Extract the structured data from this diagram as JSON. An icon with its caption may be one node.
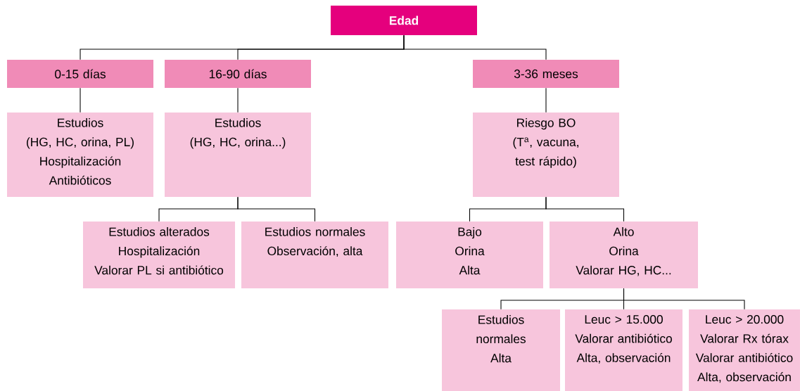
{
  "diagram": {
    "nodes": [
      {
        "text": [
          "Edad"
        ]
      },
      {
        "text": [
          "0-15 días"
        ]
      },
      {
        "text": [
          "16-90 días"
        ]
      },
      {
        "text": [
          "3-36 meses"
        ]
      },
      {
        "text": [
          "Estudios",
          "(HG, HC, orina, PL)",
          "Hospitalización",
          "Antibióticos"
        ]
      },
      {
        "text": [
          "Estudios",
          "(HG, HC, orina...)"
        ]
      },
      {
        "text": [
          "Riesgo BO",
          "(T$^{a}$, vacuna, test rápido)"
        ]
      },
      {
        "text": [
          "Estudios alterados",
          "Hospitalización",
          "Valorar PL si antibiótico"
        ]
      },
      {
        "text": [
          "Estudios normales",
          "Observación, alta"
        ]
      },
      {
        "text": [
          "Bajo",
          "Orina",
          "Alta"
        ]
      },
      {
        "text": [
          "Alto",
          "Orina",
          "Valorar HG, HC..."
        ]
      },
      {
        "text": [
          "Estudios normales",
          "Alta"
        ]
      },
      {
        "text": [
          "Leuc > 15.000",
          "Valorar antibiótico",
          "Alta, observación"
        ]
      },
      {
        "text": [
          "Leuc > 20.000",
          "Valorar Rx tórax",
          "Valorar antibiótico",
          "Alta, observación"
        ]
      }
    ],
    "edges": [
      {
        "from": 0,
        "to": 1,
        "arrow": "none"
      },
      {
        "from": 0,
        "to": 2,
        "arrow": "none"
      },
      {
        "from": 0,
        "to": 3,
        "arrow": "none"
      },
      {
        "from": 1,
        "to": 4,
        "arrow": "none"
      },
      {
        "from": 2,
        "to": 5,
        "arrow": "none"
      },
      {
        "from": 3,
        "to": 6,
        "arrow": "none"
      },
      {
        "from": 5,
        "to": 7,
        "arrow": "none"
      },
      {
        "from": 5,
        "to": 8,
        "arrow": "none"
      },
      {
        "from": 6,
        "to": 9,
        "arrow": "none"
      },
      {
        "from": 6,
        "to": 10,
        "arrow": "none"
      },
      {
        "from": 10,
        "to": 11,
        "arrow": "none"
      },
      {
        "from": 10,
        "to": 12,
        "arrow": "none"
      },
      {
        "from": 10,
        "to": 13,
        "arrow": "none"
      }
    ]
  }
}
